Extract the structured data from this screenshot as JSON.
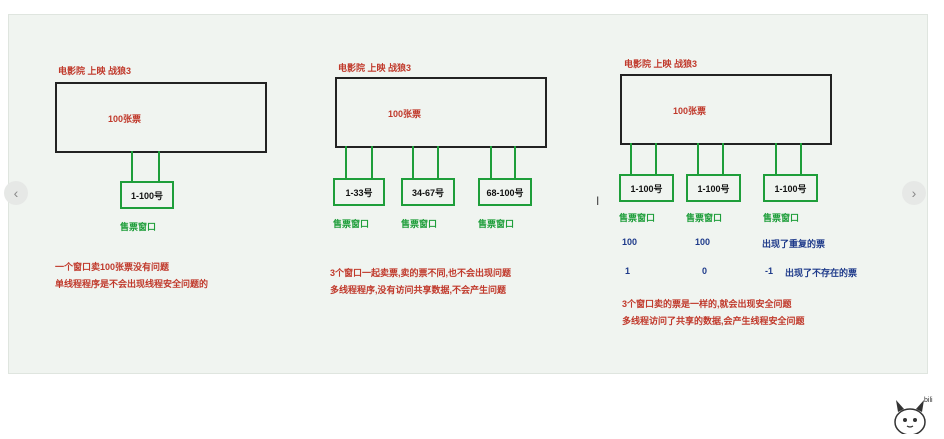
{
  "diagram1": {
    "title": "电影院 上映 战狼3",
    "hall": "100张票",
    "windows": [
      {
        "tickets": "1-100号",
        "label": "售票窗口"
      }
    ],
    "notes": [
      "一个窗口卖100张票没有问题",
      "单线程程序是不会出现线程安全问题的"
    ]
  },
  "diagram2": {
    "title": "电影院 上映 战狼3",
    "hall": "100张票",
    "windows": [
      {
        "tickets": "1-33号",
        "label": "售票窗口"
      },
      {
        "tickets": "34-67号",
        "label": "售票窗口"
      },
      {
        "tickets": "68-100号",
        "label": "售票窗口"
      }
    ],
    "notes": [
      "3个窗口一起卖票,卖的票不同,也不会出现问题",
      "多线程程序,没有访问共享数据,不会产生问题"
    ]
  },
  "diagram3": {
    "title": "电影院 上映 战狼3",
    "hall": "100张票",
    "windows": [
      {
        "tickets": "1-100号",
        "label": "售票窗口",
        "value1": "100",
        "value2": "1"
      },
      {
        "tickets": "1-100号",
        "label": "售票窗口",
        "value1": "100",
        "value2": "0"
      },
      {
        "tickets": "1-100号",
        "label": "售票窗口",
        "value2": "-1"
      }
    ],
    "issue1": "出现了重复的票",
    "issue2": "出现了不存在的票",
    "notes": [
      "3个窗口卖的票是一样的,就会出现安全问题",
      "多线程访问了共享的数据,会产生线程安全问题"
    ]
  },
  "nav": {
    "prev": "‹",
    "next": "›"
  },
  "cursor": "I",
  "mascot_text": "bili"
}
